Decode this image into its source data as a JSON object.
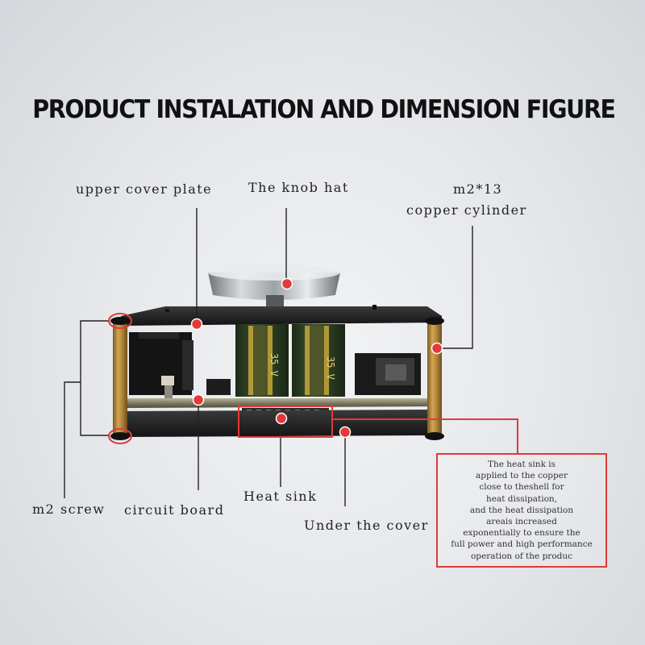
{
  "title": "PRODUCT INSTALATION AND DIMENSION FIGURE",
  "labels": {
    "upper_cover_plate": "upper cover plate",
    "knob_hat": "The knob hat",
    "copper_cylinder_size": "m2*13",
    "copper_cylinder": "copper cylinder",
    "m2_screw": "m2 screw",
    "circuit_board": "circuit board",
    "heat_sink": "Heat sink",
    "under_the_cover": "Under the cover"
  },
  "capacitor_marking": "35 V",
  "note_lines": [
    "The heat sink is",
    "applied to the copper",
    "close to theshell for",
    "heat dissipation,",
    "and the heat dissipation",
    "areais increased",
    "exponentially to ensure the",
    "full power and high performance",
    "operation of the produc"
  ],
  "colors": {
    "callout_red": "#e03a3a",
    "leader_line": "#222222",
    "brass": "#b78a3e"
  }
}
